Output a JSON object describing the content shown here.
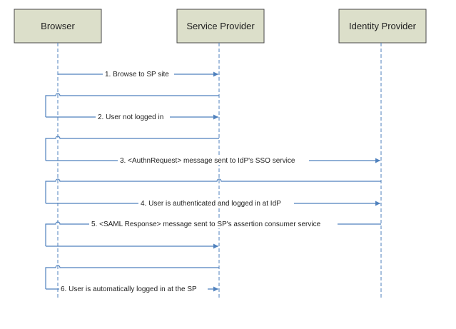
{
  "participants": [
    "Browser",
    "Service Provider",
    "Identity Provider"
  ],
  "messages": [
    "1. Browse to SP site",
    "2. User not logged in",
    "3. <AuthnRequest> message sent to IdP's SSO service",
    "4. User is authenticated and logged in at IdP",
    "5. <SAML Response> message sent to SP's assertion consumer service",
    "6. User is automatically logged in at the SP"
  ],
  "colors": {
    "line": "#4f81bd",
    "box_fill": "#dcdfca",
    "box_border": "#4a4a4a"
  }
}
